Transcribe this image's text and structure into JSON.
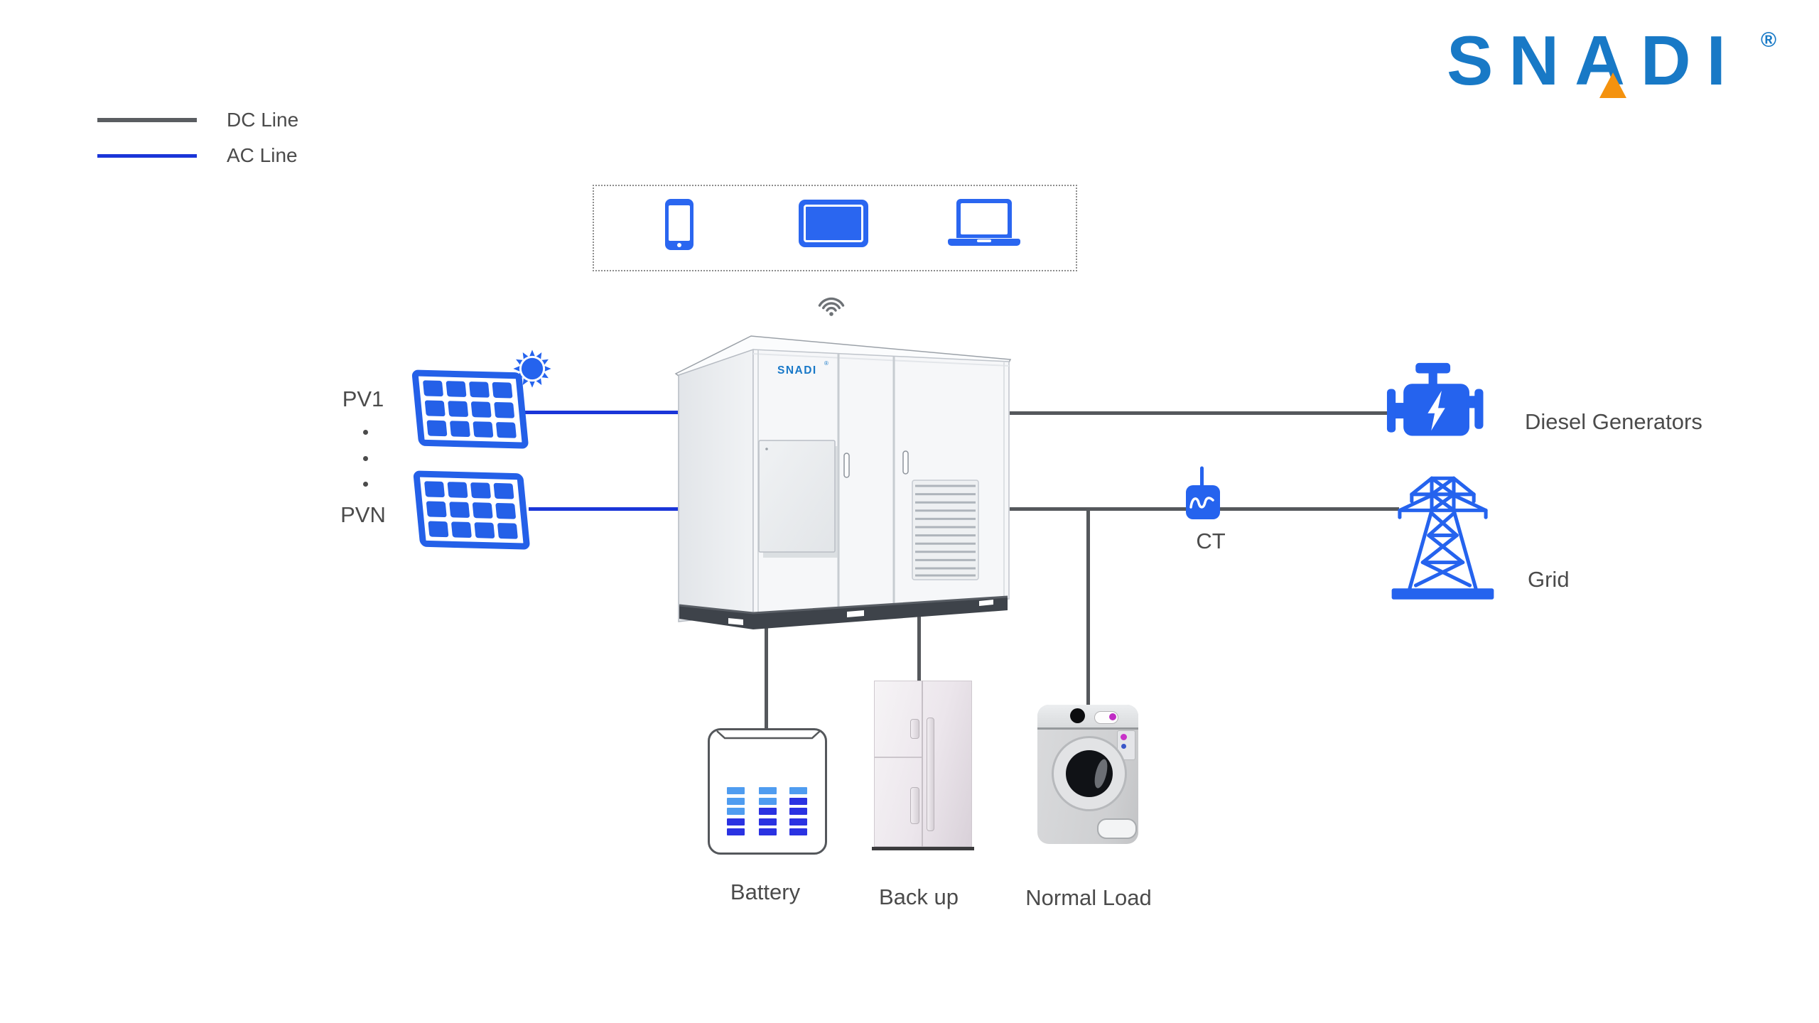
{
  "brand": {
    "logo_text": "SNADI",
    "registered_mark": "®",
    "logo_color": "#1879c6",
    "accent_orange": "#f4920e"
  },
  "legend": {
    "items": [
      {
        "label": "DC Line",
        "color": "#5a5d61"
      },
      {
        "label": "AC Line",
        "color": "#1a35d8"
      }
    ]
  },
  "monitoring": {
    "device_icons": [
      "smartphone-icon",
      "tablet-icon",
      "laptop-icon"
    ],
    "wireless_icon": "wifi-icon"
  },
  "cabinet": {
    "logo_text": "SNADI",
    "logo_mark": "®"
  },
  "pv": {
    "first_label": "PV1",
    "last_label": "PVN",
    "dot": "·"
  },
  "diesel": {
    "label": "Diesel Generators"
  },
  "ct": {
    "label": "CT"
  },
  "grid": {
    "label": "Grid"
  },
  "battery": {
    "label": "Battery"
  },
  "backup": {
    "label": "Back up"
  },
  "normal_load": {
    "label": "Normal Load"
  },
  "colors": {
    "icon_blue": "#2563ee",
    "ac_line_blue": "#1a35d8",
    "dc_line_gray": "#55585c",
    "label_gray": "#4b4b4b"
  }
}
